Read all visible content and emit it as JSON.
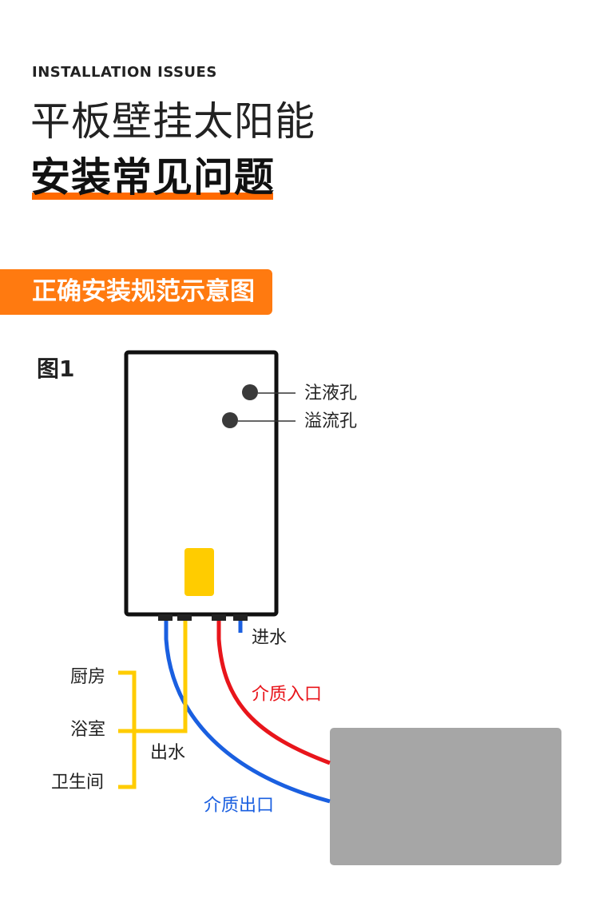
{
  "header": {
    "eyebrow": "INSTALLATION ISSUES",
    "title_line1": "平板壁挂太阳能",
    "title_line2": "安装常见问题"
  },
  "section": {
    "banner": "正确安装规范示意图"
  },
  "figure": {
    "label": "图1",
    "callouts": {
      "fill_hole": "注液孔",
      "overflow_hole": "溢流孔",
      "water_in": "进水",
      "medium_in": "介质入口",
      "medium_out": "介质出口",
      "water_out": "出水",
      "kitchen": "厨房",
      "bathroom": "浴室",
      "restroom": "卫生间"
    },
    "colors": {
      "accent": "#ff7a10",
      "hot_pipe": "#e8151b",
      "cold_pipe": "#1a5fe0",
      "water_out_pipe": "#ffcc00",
      "tank": "#a6a6a6",
      "panel_outline": "#111111"
    }
  }
}
